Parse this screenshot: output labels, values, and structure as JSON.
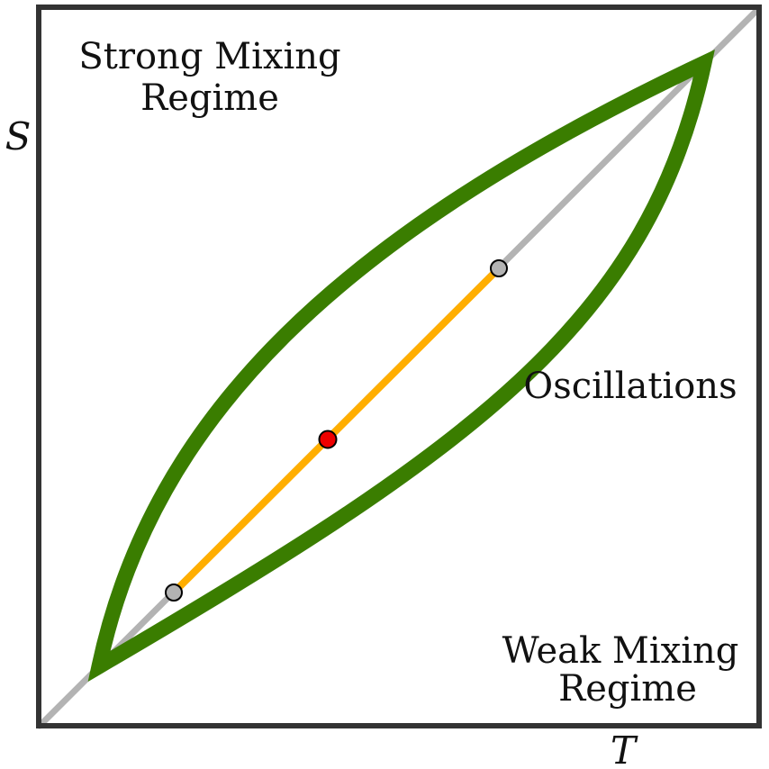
{
  "labels": {
    "strong_mixing_line1": "Strong Mixing",
    "strong_mixing_line2": "Regime",
    "oscillations": "Oscillations",
    "weak_mixing_line1": "Weak Mixing",
    "weak_mixing_line2": "Regime",
    "x_axis": "T",
    "y_axis": "S"
  },
  "colors": {
    "frame": "#333333",
    "diagonal": "#b3b3b3",
    "lens": "#3a7d00",
    "segment": "#ffae00",
    "endpoint": "#b3b3b3",
    "center_point": "#ee0000"
  }
}
